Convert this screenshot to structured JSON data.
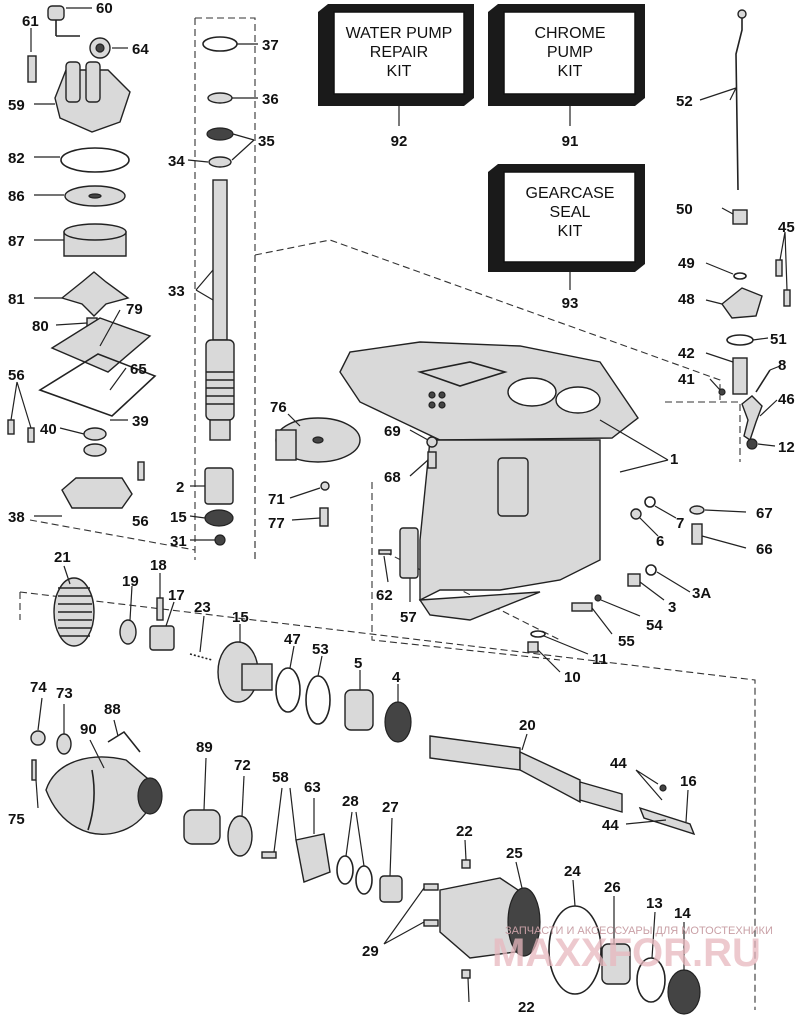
{
  "kits": [
    {
      "lines": [
        "WATER PUMP",
        "REPAIR",
        "KIT"
      ],
      "number": "92"
    },
    {
      "lines": [
        "CHROME",
        "PUMP",
        "KIT"
      ],
      "number": "91"
    },
    {
      "lines": [
        "GEARCASE",
        "SEAL",
        "KIT"
      ],
      "number": "93"
    }
  ],
  "callouts": {
    "c60": "60",
    "c61": "61",
    "c64": "64",
    "c59": "59",
    "c82": "82",
    "c86": "86",
    "c87": "87",
    "c81": "81",
    "c79": "79",
    "c80": "80",
    "c65": "65",
    "c56a": "56",
    "c40": "40",
    "c39": "39",
    "c38": "38",
    "c56b": "56",
    "c37": "37",
    "c36": "36",
    "c35": "35",
    "c34": "34",
    "c33": "33",
    "c2": "2",
    "c15a": "15",
    "c31": "31",
    "c76": "76",
    "c71": "71",
    "c77": "77",
    "c69": "69",
    "c68": "68",
    "c52": "52",
    "c50": "50",
    "c45": "45",
    "c49": "49",
    "c48": "48",
    "c51": "51",
    "c42": "42",
    "c8": "8",
    "c41": "41",
    "c46": "46",
    "c12": "12",
    "c1": "1",
    "c67": "67",
    "c7": "7",
    "c6": "6",
    "c66": "66",
    "c3a": "3A",
    "c3": "3",
    "c54": "54",
    "c55": "55",
    "c11": "11",
    "c10": "10",
    "c62": "62",
    "c57": "57",
    "c21": "21",
    "c19": "19",
    "c18": "18",
    "c17": "17",
    "c23": "23",
    "c15b": "15",
    "c47": "47",
    "c53": "53",
    "c5": "5",
    "c4": "4",
    "c20": "20",
    "c44a": "44",
    "c44b": "44",
    "c16": "16",
    "c74": "74",
    "c73": "73",
    "c90": "90",
    "c88": "88",
    "c75": "75",
    "c89": "89",
    "c72": "72",
    "c58": "58",
    "c63": "63",
    "c28": "28",
    "c27": "27",
    "c22a": "22",
    "c22b": "22",
    "c25": "25",
    "c24": "24",
    "c26": "26",
    "c13": "13",
    "c14": "14",
    "c29": "29"
  },
  "watermark": {
    "text": "ЗАПЧАСТИ И АКСЕССУАРЫ ДЛЯ МОТОСТЕХНИКИ",
    "brand": "MAXXFOR.RU"
  }
}
